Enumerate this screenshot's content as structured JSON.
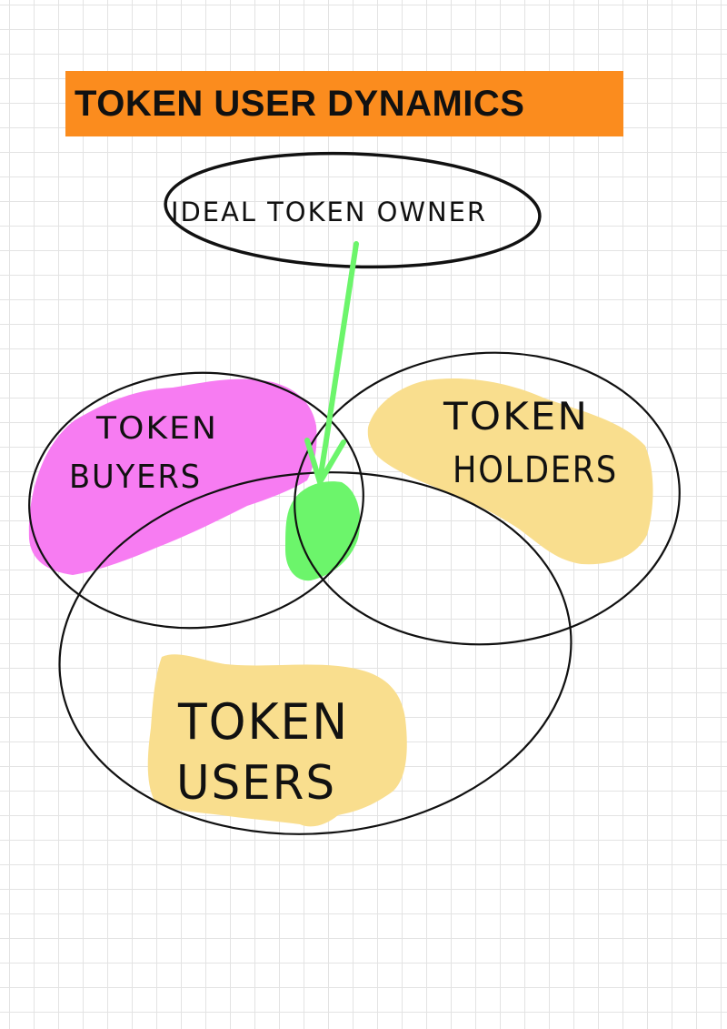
{
  "title": "TOKEN USER DYNAMICS",
  "colors": {
    "title_banner": "#fb8c1e",
    "buyers_highlight": "#f77cf2",
    "holders_highlight": "#f9de8e",
    "users_highlight": "#f9de8e",
    "ideal_intersection": "#6cf56b",
    "arrow": "#6cf56b",
    "outline": "#111111"
  },
  "nodes": {
    "ideal_owner": "IDEAL TOKEN OWNER",
    "buyers_line1": "TOKEN",
    "buyers_line2": "BUYERS",
    "holders_line1": "TOKEN",
    "holders_line2": "HOLDERS",
    "users_line1": "TOKEN",
    "users_line2": "USERS"
  }
}
